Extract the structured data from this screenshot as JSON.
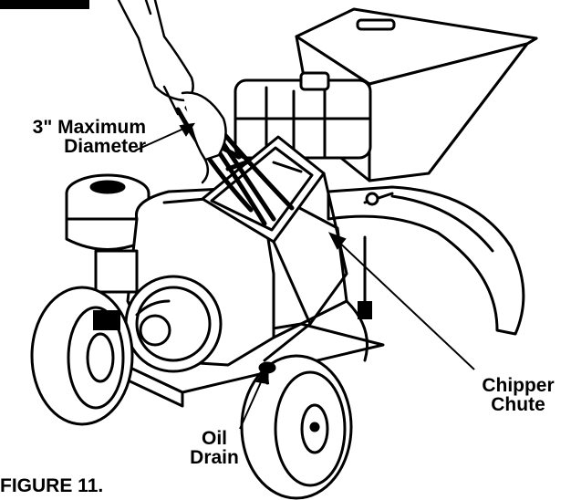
{
  "figure": {
    "caption": "FIGURE 11.",
    "labels": {
      "max_diameter": {
        "line1": "3\" Maximum",
        "line2": "Diameter"
      },
      "chipper_chute": {
        "line1": "Chipper",
        "line2": "Chute"
      },
      "oil_drain": {
        "line1": "Oil",
        "line2": "Drain"
      }
    }
  },
  "colors": {
    "ink": "#000000",
    "paper": "#ffffff"
  }
}
